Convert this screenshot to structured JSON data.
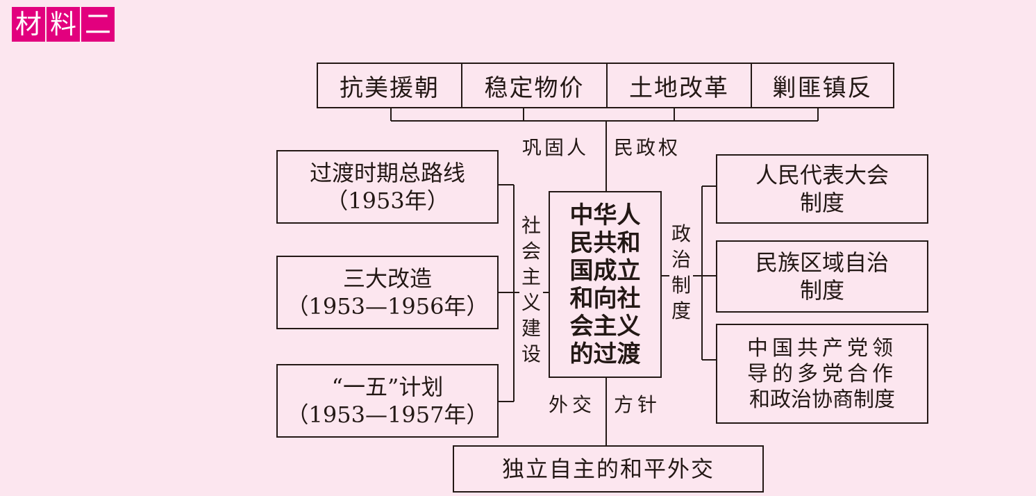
{
  "header": {
    "tag": [
      "材",
      "料",
      "二"
    ]
  },
  "top": {
    "items": [
      "抗美援朝",
      "稳定物价",
      "土地改革",
      "剿匪镇反"
    ],
    "label_left": "巩固人",
    "label_right": "民政权"
  },
  "center": {
    "lines": [
      "中华人",
      "民共和",
      "国成立",
      "和向社",
      "会主义",
      "的过渡"
    ]
  },
  "left": {
    "label": "社会主义建设",
    "items": [
      {
        "line1": "过渡时期总路线",
        "line2": "（1953年）"
      },
      {
        "line1": "三大改造",
        "line2": "（1953—1956年）"
      },
      {
        "line1": "“一五”计划",
        "line2": "（1953—1957年）"
      }
    ]
  },
  "right": {
    "label": "政治制度",
    "items": [
      {
        "lines": [
          "人民代表大会",
          "制度"
        ]
      },
      {
        "lines": [
          "民族区域自治",
          "制度"
        ]
      },
      {
        "lines": [
          "中国共产党领",
          "导的多党合作",
          "和政治协商制度"
        ]
      }
    ]
  },
  "bottom": {
    "label_left": "外交",
    "label_right": "方针",
    "item": "独立自主的和平外交"
  }
}
